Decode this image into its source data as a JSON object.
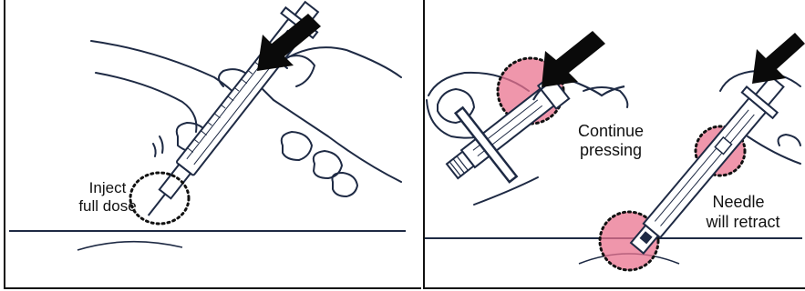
{
  "panels": [
    {
      "label": "Inject full dose",
      "lines": [
        "Inject",
        "full dose"
      ]
    },
    {
      "label": "Continue pressing",
      "lines": [
        "Continue",
        "pressing"
      ]
    },
    {
      "label": "Needle will retract",
      "lines": [
        "Needle",
        "will retract"
      ]
    }
  ],
  "colors": {
    "line": "#1e2a44",
    "arrow": "#0a0a0a",
    "highlight": "#e9738f",
    "highlight_fill": "rgba(233,115,143,0.75)",
    "frame": "#111111"
  },
  "icons": [
    "press-arrow-icon",
    "syringe-icon",
    "hand-icon",
    "skin-line",
    "dotted-circle-highlight"
  ]
}
